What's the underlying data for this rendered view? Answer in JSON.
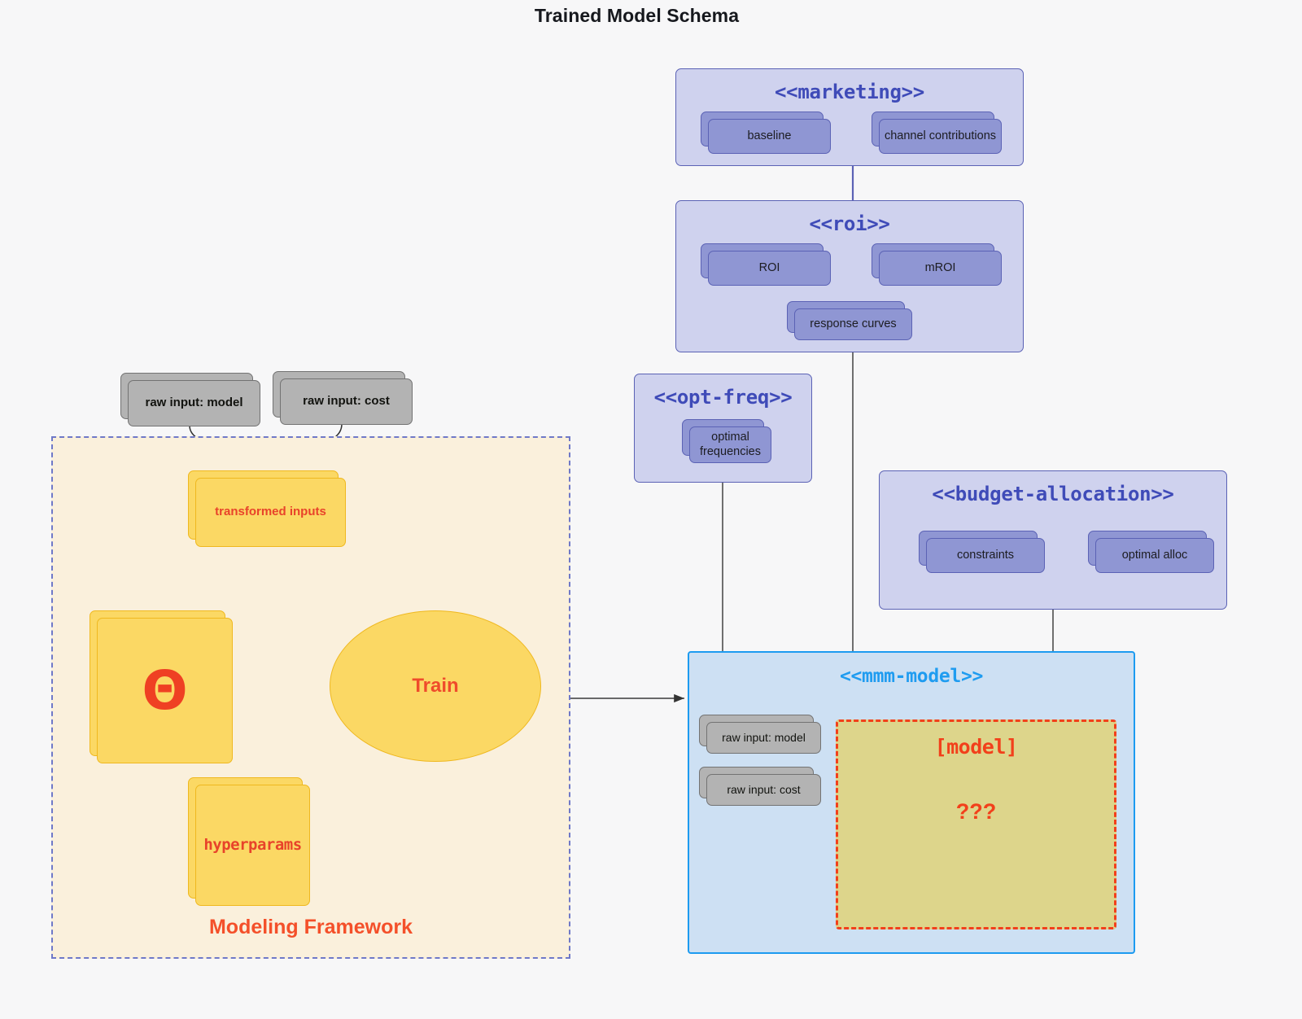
{
  "title": "Trained Model Schema",
  "groups": {
    "marketing": {
      "title": "<<marketing>>",
      "nodes": [
        {
          "label": "baseline"
        },
        {
          "label": "channel contributions"
        }
      ]
    },
    "roi": {
      "title": "<<roi>>",
      "nodes": [
        {
          "label": "ROI"
        },
        {
          "label": "mROI"
        },
        {
          "label": "response curves"
        }
      ]
    },
    "opt_freq": {
      "title": "<<opt-freq>>",
      "nodes": [
        {
          "label": "optimal\nfrequencies",
          "line1": "optimal",
          "line2": "frequencies"
        }
      ]
    },
    "budget_allocation": {
      "title": "<<budget-allocation>>",
      "nodes": [
        {
          "label": "constraints"
        },
        {
          "label": "optimal alloc"
        }
      ]
    },
    "mmm_model": {
      "title": "<<mmm-model>>",
      "inputs": [
        {
          "label": "raw input: model"
        },
        {
          "label": "raw input: cost"
        }
      ],
      "model_region": {
        "title": "[model]",
        "unknown": "???"
      }
    }
  },
  "framework": {
    "label": "Modeling Framework",
    "raw_inputs": [
      {
        "label": "raw input: model"
      },
      {
        "label": "raw input: cost"
      }
    ],
    "transformed_inputs": {
      "label": "transformed inputs"
    },
    "theta": {
      "glyph": "Θ"
    },
    "hyperparams": {
      "label": "hyperparams"
    },
    "train": {
      "label": "Train"
    }
  },
  "colors": {
    "background": "#f7f7f8",
    "purple_group_fill": "#cfd2ee",
    "purple_node_fill": "#8f96d3",
    "purple_stroke": "#5b62b5",
    "purple_title": "#3f4bb8",
    "blue_group_fill": "#cde0f3",
    "blue_stroke": "#1d9bf0",
    "blue_title": "#1f9cf0",
    "grey_node_fill": "#b3b3b3",
    "grey_stroke": "#737373",
    "yellow_node_fill": "#fbd864",
    "yellow_stroke": "#efb81f",
    "framework_fill": "#faf0dc",
    "framework_border": "#6f79c8",
    "accent_red": "#f4502a",
    "model_region_fill": "#ddd58b",
    "model_region_border": "#f2401b",
    "edge_grey": "#4d4d4d"
  }
}
